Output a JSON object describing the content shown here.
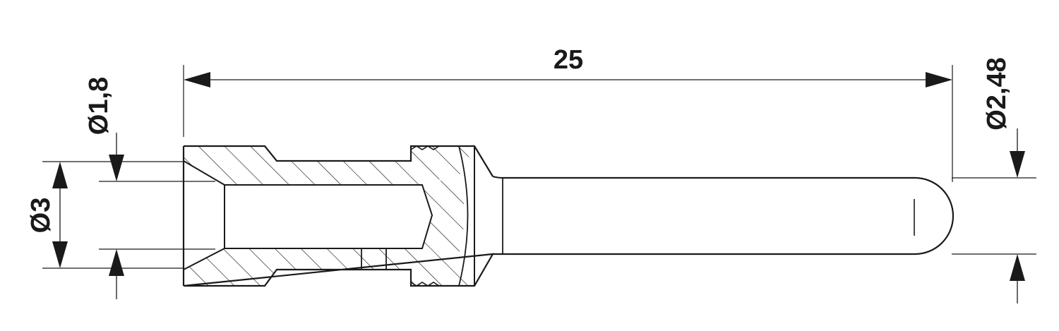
{
  "dimensions": {
    "total_length": "25",
    "tip_diameter": "Ø2,48",
    "bore_diameter": "Ø1,8",
    "outer_diameter": "Ø3"
  },
  "colors": {
    "line": "#1a1a1a",
    "background": "#ffffff"
  }
}
